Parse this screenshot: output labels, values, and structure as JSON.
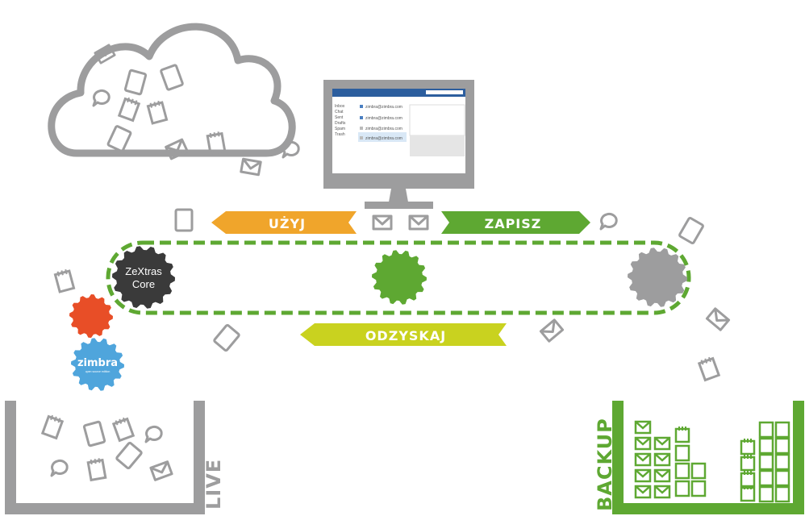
{
  "arrows": {
    "use": "UŻYJ",
    "save": "ZAPISZ",
    "recover": "ODZYSKAJ"
  },
  "gears": {
    "core_line1": "ZeXtras",
    "core_line2": "Core",
    "zimbra": "zimbra",
    "zimbra_sub": "open source edition"
  },
  "bins": {
    "live": "LIVE",
    "backup": "BACKUP"
  },
  "monitor": {
    "folders": [
      "Inbox",
      "Chat",
      "Sent",
      "Drafts",
      "Spam",
      "Trash"
    ],
    "rows": [
      "zimbra@zimbra.com",
      "zimbra@zimbra.com",
      "zimbra@zimbra.com",
      "zimbra@zimbra.com"
    ]
  },
  "colors": {
    "gray": "#9d9d9e",
    "green": "#5ea832",
    "orange": "#f0a52b",
    "lime": "#c9d21f",
    "red": "#e84e27",
    "blue": "#4fa5dc",
    "dark": "#3a3a3a"
  }
}
